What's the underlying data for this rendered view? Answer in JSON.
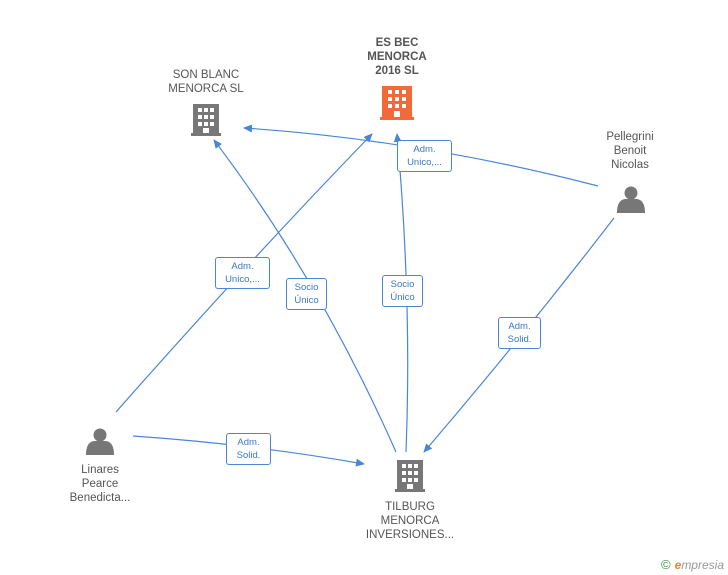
{
  "colors": {
    "edge": "#4a86d6",
    "company": "#777777",
    "company_focus": "#f26a3a",
    "person": "#777777"
  },
  "nodes": {
    "es_bec": {
      "label": "ES BEC\nMENORCA\n2016  SL",
      "icon": "building-icon",
      "focus": true
    },
    "son_blanc": {
      "label": "SON BLANC\nMENORCA  SL",
      "icon": "building-icon"
    },
    "pellegrini": {
      "label": "Pellegrini\nBenoit\nNicolas",
      "icon": "person-icon"
    },
    "linares": {
      "label": "Linares\nPearce\nBenedicta...",
      "icon": "person-icon"
    },
    "tilburg": {
      "label": "TILBURG\nMENORCA\nINVERSIONES...",
      "icon": "building-icon"
    }
  },
  "edges": {
    "pellegrini_esbec": "Adm.\nUnico,...",
    "linares_esbec": "Adm.\nUnico,...",
    "tilburg_sonblanc": "Socio\nÚnico",
    "tilburg_esbec": "Socio\nÚnico",
    "pellegrini_tilburg": "Adm.\nSolid.",
    "linares_tilburg": "Adm.\nSolid."
  },
  "watermark": {
    "symbol": "©",
    "brand_initial": "e",
    "brand_rest": "mpresia"
  }
}
